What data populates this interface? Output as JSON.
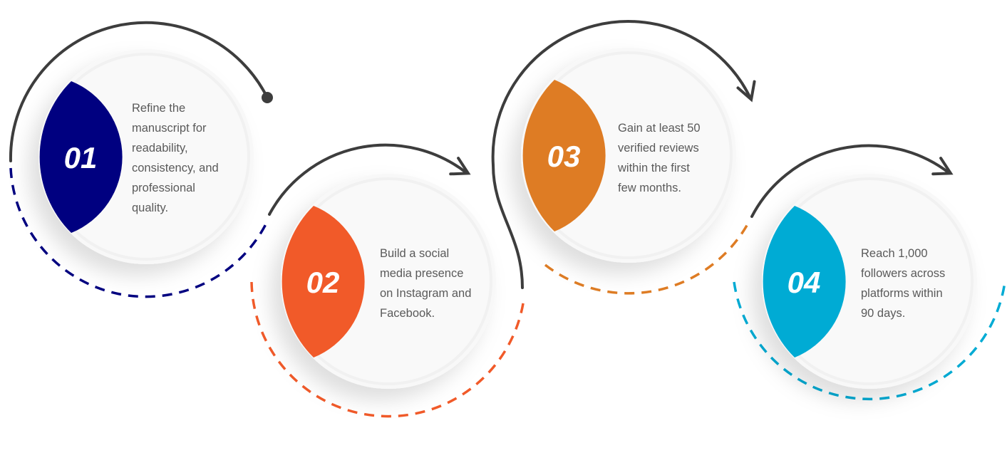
{
  "colors": {
    "connector": "#3d3d3d",
    "disc": "#f8f8f8"
  },
  "steps": [
    {
      "number": "01",
      "color": "#000080",
      "lines": [
        "Refine the",
        "manuscript for",
        "readability,",
        "consistency, and",
        "professional",
        "quality."
      ],
      "end_marker": "dot"
    },
    {
      "number": "02",
      "color": "#F15A29",
      "lines": [
        "Build a social",
        "media presence",
        "on Instagram and",
        "Facebook."
      ],
      "end_marker": "arrow"
    },
    {
      "number": "03",
      "color": "#DE7C24",
      "lines": [
        "Gain at least 50",
        "verified reviews",
        "within the first",
        "few months."
      ],
      "end_marker": "arrow"
    },
    {
      "number": "04",
      "color": "#00ABD4",
      "lines": [
        "Reach 1,000",
        "followers across",
        "platforms within",
        "90 days."
      ],
      "end_marker": "arrow"
    }
  ]
}
